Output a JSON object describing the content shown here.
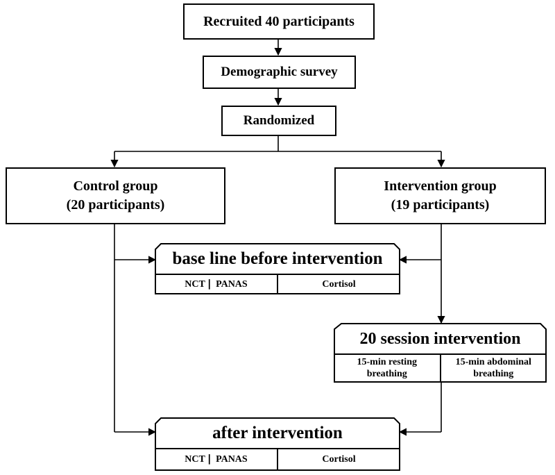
{
  "steps": {
    "recruited": "Recruited 40 participants",
    "demographic": "Demographic survey",
    "randomized": "Randomized"
  },
  "groups": {
    "control": {
      "title": "Control group",
      "count": "(20 participants)"
    },
    "intervention": {
      "title": "Intervention group",
      "count": "(19 participants)"
    }
  },
  "baseline": {
    "title": "base line before intervention",
    "measures": [
      "NCT❘ PANAS",
      "Cortisol"
    ]
  },
  "session": {
    "title": "20 session intervention",
    "activities": [
      "15-min resting\nbreathing",
      "15-min  abdominal\nbreathing"
    ]
  },
  "after": {
    "title": "after intervention",
    "measures": [
      "NCT❘ PANAS",
      "Cortisol"
    ]
  },
  "style": {
    "line_color": "#000000",
    "box_fill": "#ffffff"
  }
}
